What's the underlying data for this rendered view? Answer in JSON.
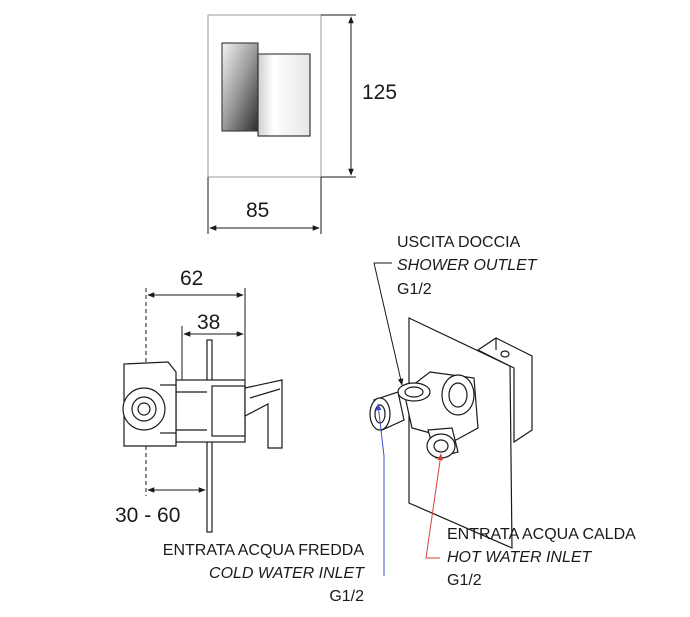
{
  "front_view": {
    "height_dimension": "125",
    "width_dimension": "85"
  },
  "side_view": {
    "depth_dimension": "62",
    "partial_depth_dimension": "38",
    "installation_range": "30 - 60"
  },
  "callouts": {
    "shower_outlet": {
      "title_it": "USCITA DOCCIA",
      "title_en": "SHOWER OUTLET",
      "thread": "G1/2"
    },
    "cold_inlet": {
      "title_it": "ENTRATA ACQUA FREDDA",
      "title_en": "COLD WATER INLET",
      "thread": "G1/2",
      "pointer_color": "#3f4fc9"
    },
    "hot_inlet": {
      "title_it": "ENTRATA ACQUA CALDA",
      "title_en": "HOT WATER INLET",
      "thread": "G1/2",
      "pointer_color": "#d8413a"
    }
  }
}
